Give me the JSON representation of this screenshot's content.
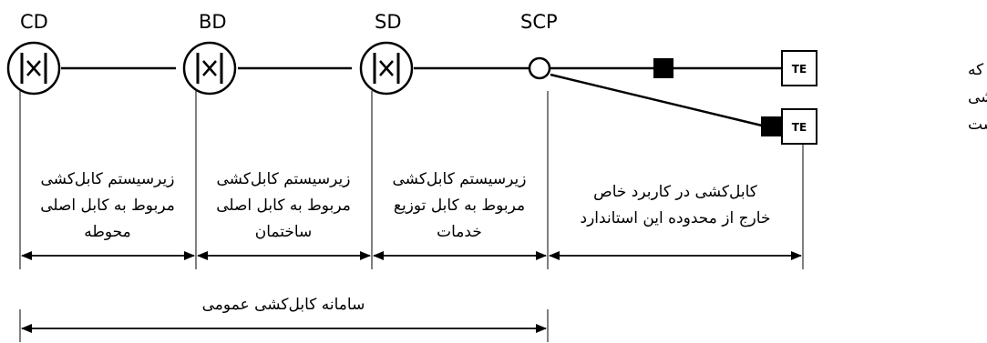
{
  "nodes": {
    "cd": "CD",
    "bd": "BD",
    "sd": "SD",
    "scp": "SCP"
  },
  "terminals": {
    "te_top": "TE",
    "te_bottom": "TE"
  },
  "te_note": {
    "line1": "اتصال‌دهنده TE که",
    "line2": "مستقیم به کابل‌کشی",
    "line3": "متصل شده است"
  },
  "segments": {
    "campus": {
      "line1": "زیرسیستم کابل‌کشی",
      "line2": "مربوط به کابل اصلی",
      "line3": "محوطه"
    },
    "building": {
      "line1": "زیرسیستم کابل‌کشی",
      "line2": "مربوط به کابل اصلی",
      "line3": "ساختمان"
    },
    "distribution": {
      "line1": "زیرسیستم کابل‌کشی",
      "line2": "مربوط به کابل توزیع",
      "line3": "خدمات"
    },
    "application": {
      "line1": "کابل‌کشی در کاربرد خاص",
      "line2": "خارج از محدوده این استاندارد"
    }
  },
  "overall": "سامانه کابل‌کشی عمومی"
}
